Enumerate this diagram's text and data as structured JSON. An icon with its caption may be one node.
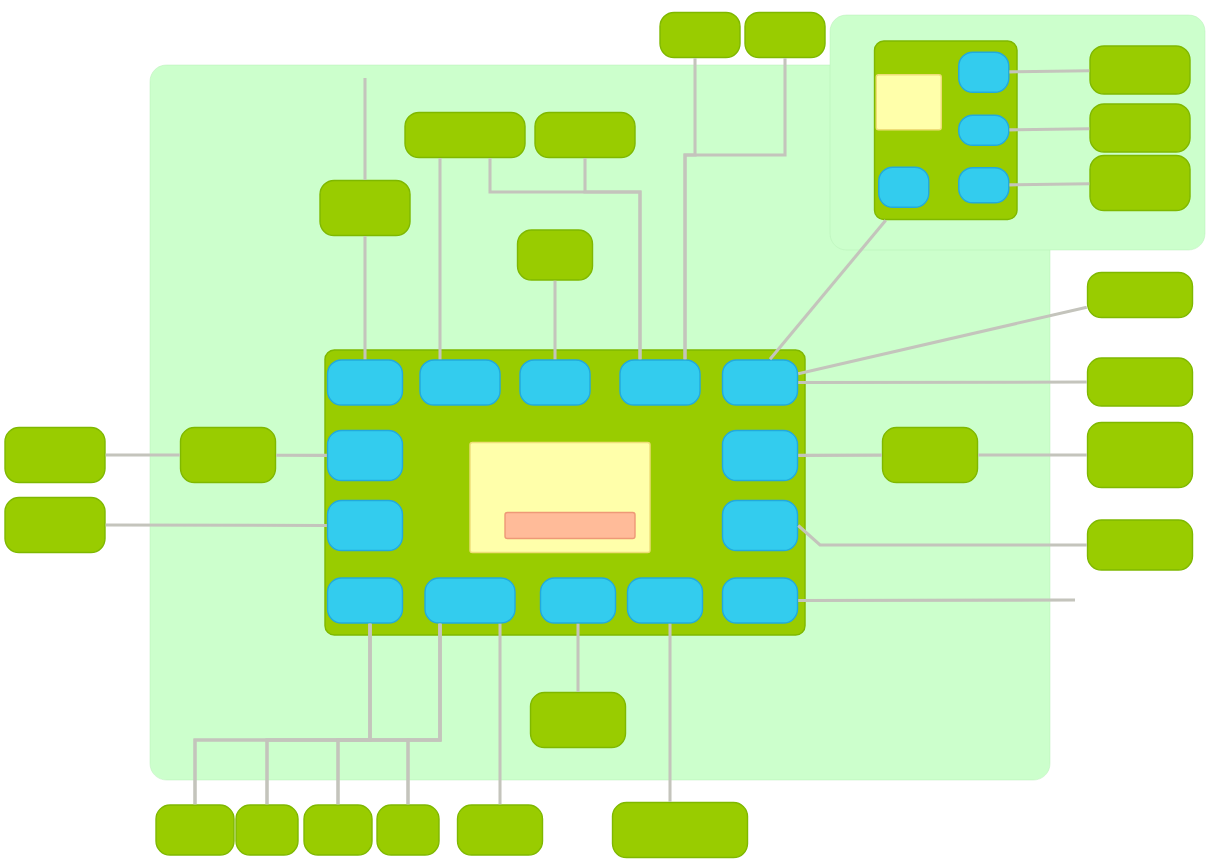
{
  "diagram": {
    "nodes": [
      {
        "text": [],
        "shape": "box"
      },
      {
        "text": [],
        "shape": "box"
      },
      {
        "text": [],
        "shape": "box"
      },
      {
        "text": [],
        "shape": "box"
      },
      {
        "text": [],
        "shape": "box"
      },
      {
        "text": [],
        "shape": "box"
      },
      {
        "text": [],
        "shape": "box"
      },
      {
        "text": [],
        "shape": "box",
        "in": 6
      },
      {
        "text": [],
        "shape": "box",
        "in": 6
      },
      {
        "text": [],
        "shape": "box",
        "in": 6
      },
      {
        "text": [],
        "shape": "box",
        "in": 6
      },
      {
        "text": [],
        "shape": "box",
        "in": 6
      },
      {
        "text": [],
        "shape": "box"
      },
      {
        "text": [],
        "shape": "box"
      },
      {
        "text": [],
        "shape": "box"
      },
      {
        "text": [],
        "shape": "box"
      },
      {
        "text": [],
        "shape": "box"
      },
      {
        "text": [],
        "shape": "box"
      },
      {
        "text": [],
        "shape": "box"
      },
      {
        "text": [],
        "shape": "box"
      },
      {
        "text": [],
        "shape": "box"
      },
      {
        "text": [],
        "shape": "box"
      },
      {
        "text": [],
        "shape": "box"
      },
      {
        "text": [],
        "shape": "box"
      },
      {
        "text": [],
        "shape": "box",
        "in": 23
      },
      {
        "text": [],
        "shape": "box",
        "in": 23
      },
      {
        "text": [],
        "shape": "box",
        "in": 23
      },
      {
        "text": [],
        "shape": "box",
        "in": 23
      },
      {
        "text": [],
        "shape": "box",
        "in": 23
      },
      {
        "text": [],
        "shape": "box",
        "in": 23
      },
      {
        "text": [],
        "shape": "box",
        "in": 23
      },
      {
        "text": [],
        "shape": "box",
        "in": 30
      },
      {
        "text": [],
        "shape": "box",
        "in": 23
      },
      {
        "text": [],
        "shape": "box",
        "in": 23
      },
      {
        "text": [],
        "shape": "box",
        "in": 23
      },
      {
        "text": [],
        "shape": "box",
        "in": 23
      },
      {
        "text": [],
        "shape": "box",
        "in": 23
      },
      {
        "text": [],
        "shape": "box",
        "in": 23
      },
      {
        "text": [],
        "shape": "box",
        "in": 23
      },
      {
        "text": [],
        "shape": "box",
        "in": 23
      },
      {
        "text": [],
        "shape": "box"
      },
      {
        "text": [],
        "shape": "box"
      },
      {
        "text": [],
        "shape": "box"
      },
      {
        "text": [],
        "shape": "box"
      },
      {
        "text": [],
        "shape": "box"
      },
      {
        "text": [],
        "shape": "box"
      },
      {
        "text": [],
        "shape": "box"
      }
    ],
    "edges": [
      {
        "from": null,
        "to": 4,
        "arrow": "none"
      },
      {
        "from": 4,
        "to": 24,
        "arrow": "none"
      },
      {
        "from": 2,
        "to": 25,
        "arrow": "none"
      },
      {
        "from": 2,
        "to": 27,
        "arrow": "none"
      },
      {
        "from": 3,
        "to": 27,
        "arrow": "none"
      },
      {
        "from": 5,
        "to": 26,
        "arrow": "none"
      },
      {
        "from": 0,
        "to": 27,
        "arrow": "none"
      },
      {
        "from": 1,
        "to": 27,
        "arrow": "none"
      },
      {
        "from": 6,
        "to": 28,
        "arrow": "none"
      },
      {
        "from": 8,
        "to": 12,
        "arrow": "none"
      },
      {
        "from": 9,
        "to": 13,
        "arrow": "none"
      },
      {
        "from": 11,
        "to": 14,
        "arrow": "none"
      },
      {
        "from": 15,
        "to": 28,
        "arrow": "none"
      },
      {
        "from": 16,
        "to": 28,
        "arrow": "none"
      },
      {
        "from": 19,
        "to": 32,
        "arrow": "none"
      },
      {
        "from": 19,
        "to": 20,
        "arrow": "none"
      },
      {
        "from": 22,
        "to": 34,
        "arrow": "none"
      },
      {
        "from": 39,
        "to": null,
        "arrow": "none"
      },
      {
        "from": 18,
        "to": 29,
        "arrow": "none"
      },
      {
        "from": 17,
        "to": 18,
        "arrow": "none"
      },
      {
        "from": 21,
        "to": 33,
        "arrow": "none"
      },
      {
        "from": 35,
        "to": 41,
        "arrow": "none"
      },
      {
        "from": 35,
        "to": 42,
        "arrow": "none"
      },
      {
        "from": 35,
        "to": 43,
        "arrow": "none"
      },
      {
        "from": 35,
        "to": 44,
        "arrow": "none"
      },
      {
        "from": 36,
        "to": 41,
        "arrow": "none"
      },
      {
        "from": 36,
        "to": 42,
        "arrow": "none"
      },
      {
        "from": 36,
        "to": 43,
        "arrow": "none"
      },
      {
        "from": 36,
        "to": 44,
        "arrow": "none"
      },
      {
        "from": 36,
        "to": 45,
        "arrow": "none"
      },
      {
        "from": 37,
        "to": 40,
        "arrow": "none"
      },
      {
        "from": 38,
        "to": 46,
        "arrow": "none"
      }
    ]
  }
}
